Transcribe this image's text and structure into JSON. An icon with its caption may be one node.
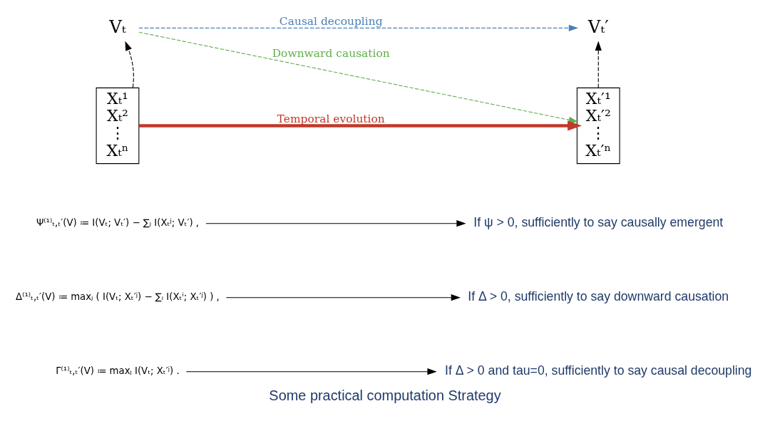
{
  "diagram": {
    "caption": "Some practical computation Strategy",
    "nodes": [
      {
        "text": [
          "Vₜ"
        ]
      },
      {
        "text": [
          "Vₜ′"
        ]
      },
      {
        "text": [
          "Xₜ¹",
          "Xₜ²",
          "⋮",
          "Xₜⁿ"
        ]
      },
      {
        "text": [
          "Xₜ′¹",
          "Xₜ′²",
          "⋮",
          "Xₜ′ⁿ"
        ]
      },
      {
        "text": [
          "Ψ⁽¹⁾ₜ,ₜ′(V) ≔ I(Vₜ; Vₜ′) − ∑ⱼ I(Xₜʲ; Vₜ′) ,"
        ]
      },
      {
        "text": [
          "If ψ > 0, sufficiently to say causally emergent"
        ]
      },
      {
        "text": [
          "Δ⁽¹⁾ₜ,ₜ′(V) ≔ maxⱼ ( I(Vₜ; Xₜ′ʲ) − ∑ᵢ I(Xₜⁱ; Xₜ′ʲ) ) ,"
        ]
      },
      {
        "text": [
          "If Δ > 0, sufficiently to say downward causation"
        ]
      },
      {
        "text": [
          "Γ⁽¹⁾ₜ,ₜ′(V) ≔ maxⱼ I(Vₜ; Xₜ′ʲ) ."
        ]
      },
      {
        "text": [
          "If Δ > 0 and tau=0, sufficiently to say causal decoupling"
        ]
      }
    ],
    "edges": [
      {
        "from": 2,
        "to": 0,
        "arrow": "to",
        "style": "dashed"
      },
      {
        "from": 3,
        "to": 1,
        "arrow": "to",
        "style": "dashed"
      },
      {
        "from": 0,
        "to": 1,
        "arrow": "to",
        "style": "dashed",
        "color": "#4a7fb5",
        "label": "Causal decoupling"
      },
      {
        "from": 0,
        "to": 3,
        "arrow": "to",
        "style": "dashed",
        "color": "#5fb04a",
        "label": "Downward causation"
      },
      {
        "from": 2,
        "to": 3,
        "arrow": "to",
        "style": "thick",
        "color": "#c0392b",
        "label": "Temporal evolution"
      },
      {
        "from": 4,
        "to": 5,
        "arrow": "to"
      },
      {
        "from": 6,
        "to": 7,
        "arrow": "to"
      },
      {
        "from": 8,
        "to": 9,
        "arrow": "to"
      }
    ]
  }
}
